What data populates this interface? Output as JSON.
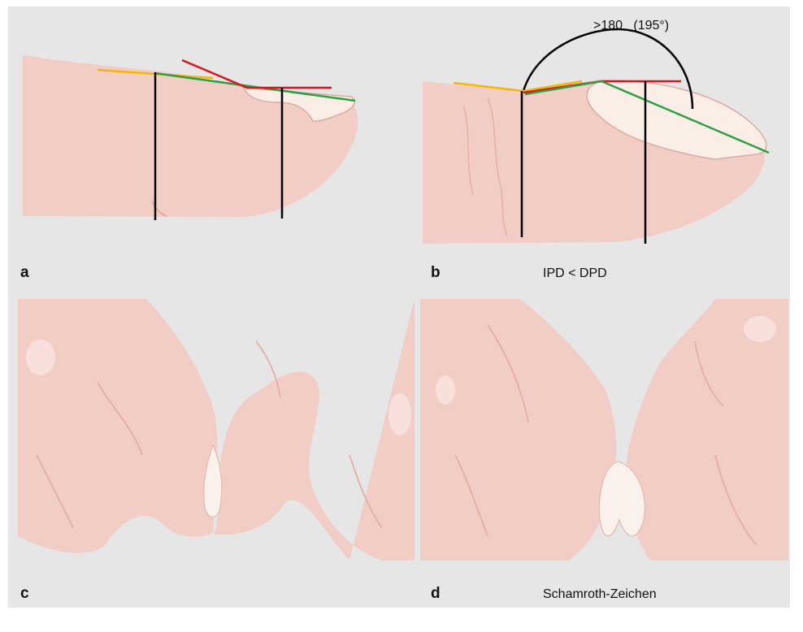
{
  "panels": {
    "a": {
      "letter": "a"
    },
    "b": {
      "letter": "b",
      "caption": "IPD < DPD",
      "angle_label": ">180   (195°)"
    },
    "c": {
      "letter": "c"
    },
    "d": {
      "letter": "d",
      "caption": "Schamroth-Zeichen"
    }
  },
  "colors": {
    "background": "#e6e6e6",
    "skin": "#f2cdc6",
    "skin_dark": "#e9b9b1",
    "nail": "#fbeee6",
    "line_yellow": "#f5b800",
    "line_red": "#d9141f",
    "line_green": "#2ea043",
    "line_black": "#000000"
  }
}
